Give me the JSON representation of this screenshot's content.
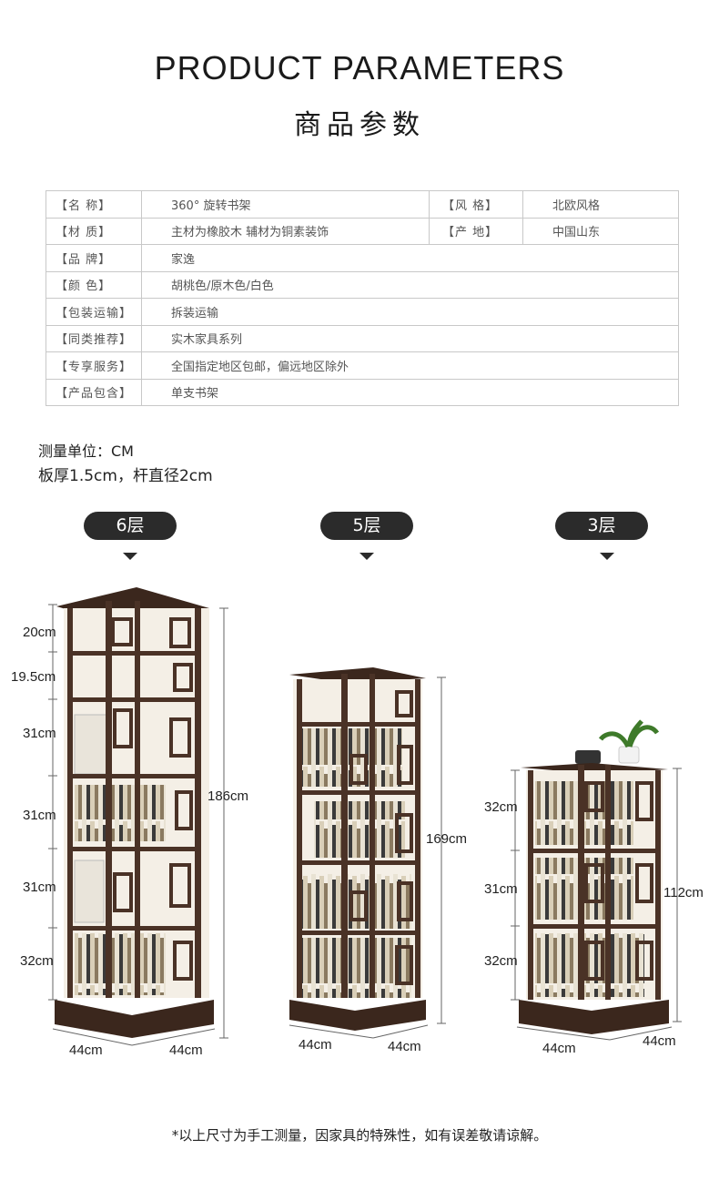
{
  "header": {
    "title_en": "PRODUCT PARAMETERS",
    "title_zh": "商品参数"
  },
  "params": {
    "name_label": "【名  称】",
    "name_value": "360°  旋转书架",
    "style_label": "【风  格】",
    "style_value": "北欧风格",
    "material_label": "【材  质】",
    "material_value": "主材为橡胶木 辅材为铜素装饰",
    "origin_label": "【产  地】",
    "origin_value": "中国山东",
    "brand_label": "【品  牌】",
    "brand_value": "家逸",
    "color_label": "【颜  色】",
    "color_value": "胡桃色/原木色/白色",
    "packing_label": "【包装运输】",
    "packing_value": "拆装运输",
    "similar_label": "【同类推荐】",
    "similar_value": "实木家具系列",
    "service_label": "【专享服务】",
    "service_value": "全国指定地区包邮，偏远地区除外",
    "contents_label": "【产品包含】",
    "contents_value": "单支书架"
  },
  "notes": {
    "unit": "测量单位：CM",
    "thickness": "板厚1.5cm，杆直径2cm"
  },
  "variants": {
    "v6": {
      "label": "6层",
      "layers": [
        "20cm",
        "19.5cm",
        "31cm",
        "31cm",
        "31cm",
        "32cm"
      ],
      "height": "186cm",
      "width": "44cm",
      "depth": "44cm"
    },
    "v5": {
      "label": "5层",
      "height": "169cm",
      "width": "44cm",
      "depth": "44cm"
    },
    "v3": {
      "label": "3层",
      "layers": [
        "32cm",
        "31cm",
        "32cm"
      ],
      "height": "112cm",
      "width": "44cm",
      "depth": "44cm"
    }
  },
  "footer": {
    "disclaimer": "*以上尺寸为手工测量，因家具的特殊性，如有误差敬请谅解。"
  },
  "colors": {
    "wood": "#4a3226",
    "wood_dark": "#2e1e16",
    "pill": "#2b2b2b"
  }
}
